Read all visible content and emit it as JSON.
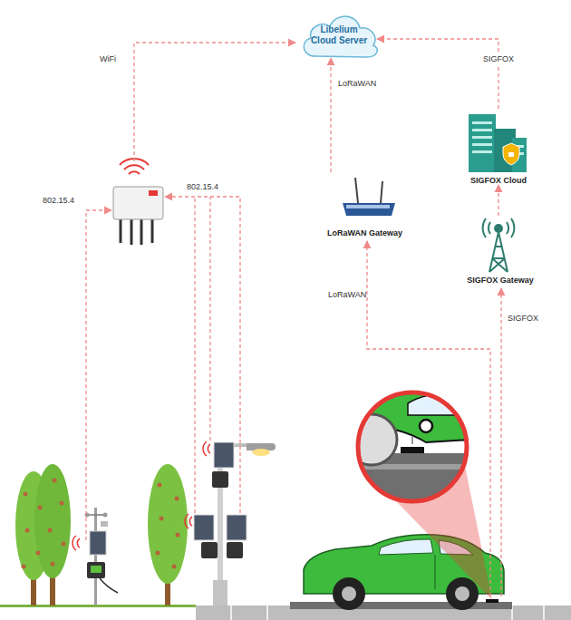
{
  "diagram": {
    "nodes": [
      {
        "text": [
          "Libelium Cloud Server"
        ]
      },
      {
        "text": [
          "LoRaWAN Gateway"
        ]
      },
      {
        "text": [
          "SIGFOX Cloud"
        ]
      },
      {
        "text": [
          "SIGFOX Gateway"
        ]
      }
    ],
    "edges": [
      {
        "from": 1,
        "to": 0,
        "arrow": "to",
        "label": "LoRaWAN"
      },
      {
        "from": 3,
        "to": 2,
        "arrow": "to"
      },
      {
        "from": 2,
        "to": 0,
        "arrow": "to",
        "label": "SIGFOX"
      }
    ],
    "labels": [
      "WiFi",
      "802.15.4",
      "802.15.4",
      "LoRaWAN",
      "SIGFOX"
    ]
  }
}
